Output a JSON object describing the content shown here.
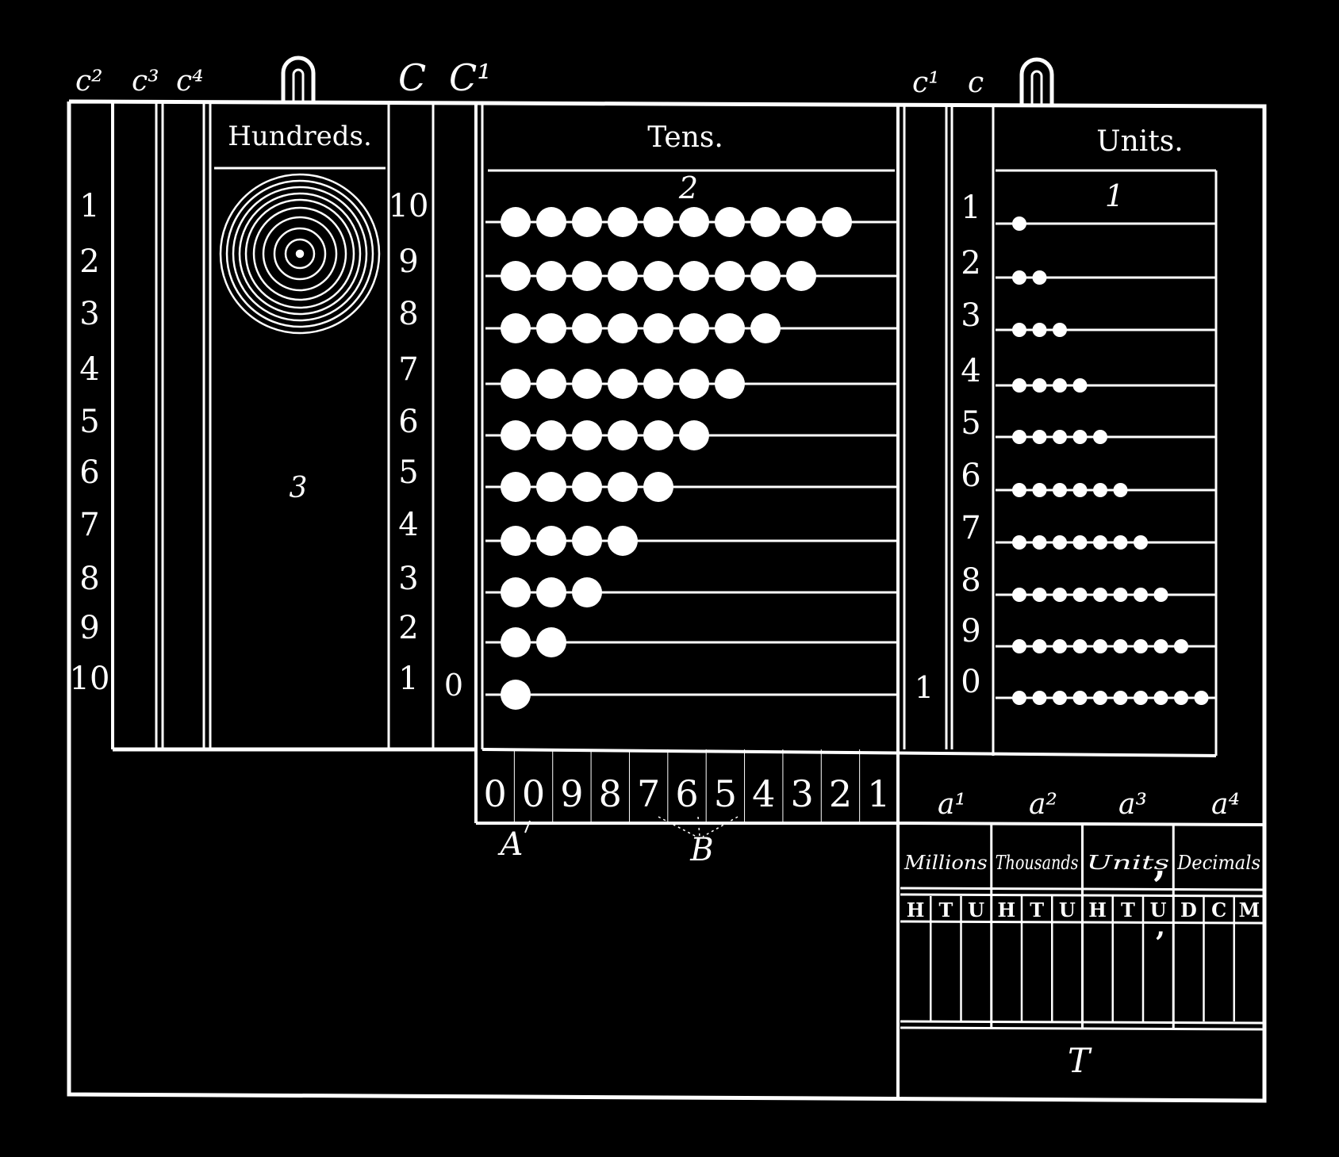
{
  "colors": {
    "background": "#000000",
    "ink": "#ffffff"
  },
  "hook_icons": [
    "hook-icon-left",
    "hook-icon-right"
  ],
  "marks": {
    "c2": "c²",
    "c3": "c³",
    "c4": "c⁴",
    "C": "C",
    "C1": "C¹",
    "c1": "c¹",
    "c": "c",
    "a1": "a¹",
    "a2": "a²",
    "a3": "a³",
    "a4": "a⁴",
    "A": "A",
    "B": "B",
    "T": "T"
  },
  "headers": {
    "hundreds": "Hundreds.",
    "tens": "Tens.",
    "units": "Units."
  },
  "section_numbers": {
    "hundreds": "3",
    "tens": "2",
    "units": "1"
  },
  "left_column_numbers": [
    "1",
    "2",
    "3",
    "4",
    "5",
    "6",
    "7",
    "8",
    "9",
    "10"
  ],
  "tens_row_numbers": [
    "10",
    "9",
    "8",
    "7",
    "6",
    "5",
    "4",
    "3",
    "2",
    "1"
  ],
  "units_row_numbers": [
    "1",
    "2",
    "3",
    "4",
    "5",
    "6",
    "7",
    "8",
    "9",
    "0"
  ],
  "zero_tens": "0",
  "ten_units": "1",
  "tens_bead_counts": [
    10,
    9,
    8,
    7,
    6,
    5,
    4,
    3,
    2,
    1
  ],
  "units_bead_counts": [
    1,
    2,
    3,
    4,
    5,
    6,
    7,
    8,
    9,
    10
  ],
  "bottom_digits": [
    "0",
    "0",
    "9",
    "8",
    "7",
    "6",
    "5",
    "4",
    "3",
    "2",
    "1"
  ],
  "place_value": {
    "groups": [
      "Millions",
      "Thousands",
      "Units",
      "Decimals"
    ],
    "columns": [
      "H",
      "T",
      "U",
      "H",
      "T",
      "U",
      "H",
      "T",
      "U",
      "D",
      "C",
      "M"
    ],
    "decimal_comma": ","
  }
}
